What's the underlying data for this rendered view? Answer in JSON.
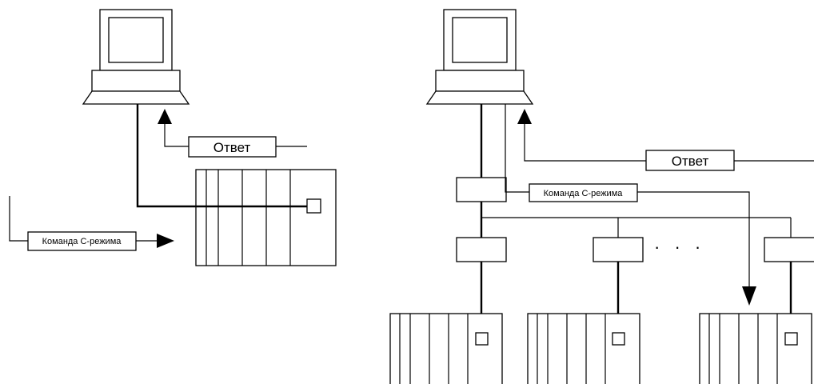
{
  "left": {
    "response_label": "Ответ",
    "command_label": "Команда C-режима"
  },
  "right": {
    "response_label": "Ответ",
    "command_label": "Команда C-режима",
    "ellipsis": "· · ·"
  }
}
